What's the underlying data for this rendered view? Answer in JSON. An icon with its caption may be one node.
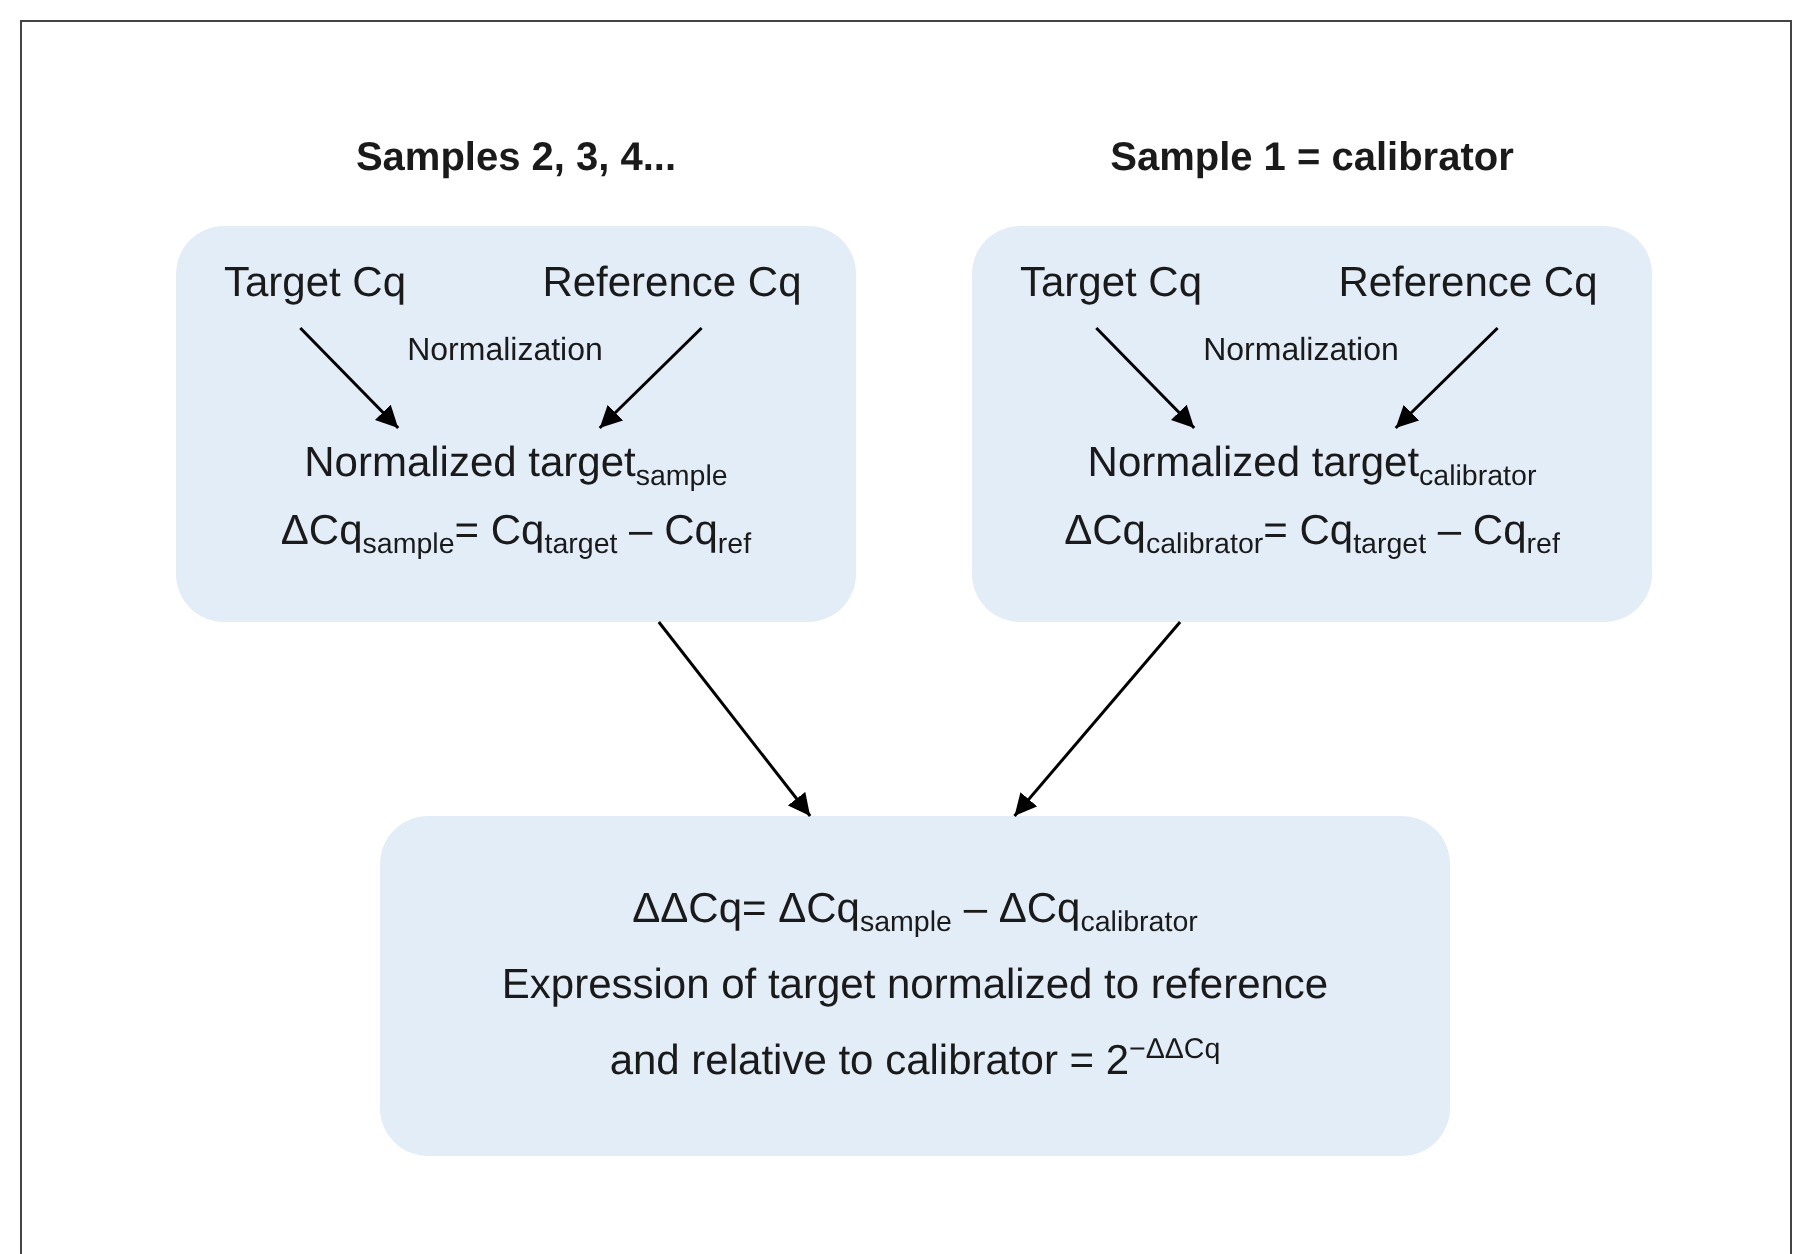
{
  "diagram": {
    "nodes": [
      {
        "text": [
          "Samples 2, 3, 4..."
        ]
      },
      {
        "text": [
          "Target Cq"
        ],
        "in": 0
      },
      {
        "text": [
          "Reference Cq"
        ],
        "in": 0
      },
      {
        "text": [
          "Normalized target$_{sample}$",
          "ΔCq$_{sample}$= Cq$_{target}$ – Cq$_{ref}$"
        ],
        "in": 0
      },
      {
        "text": [
          "Sample 1 = calibrator"
        ]
      },
      {
        "text": [
          "Target Cq"
        ],
        "in": 4
      },
      {
        "text": [
          "Reference Cq"
        ],
        "in": 4
      },
      {
        "text": [
          "Normalized target$_{calibrator}$",
          "ΔCq$_{calibrator}$= Cq$_{target}$ – Cq$_{ref}$"
        ],
        "in": 4
      },
      {
        "text": [
          "ΔΔCq= ΔCq$_{sample}$ – ΔCq$_{calibrator}$",
          "Expression of target normalized to reference and relative to calibrator = 2$^{−ΔΔCq}$"
        ]
      }
    ],
    "edges": [
      {
        "from": 1,
        "to": 3,
        "arrow": "to"
      },
      {
        "from": 2,
        "to": 3,
        "arrow": "to"
      },
      {
        "from": 5,
        "to": 7,
        "arrow": "to"
      },
      {
        "from": 6,
        "to": 7,
        "arrow": "to"
      },
      {
        "from": 0,
        "to": 8,
        "arrow": "to"
      },
      {
        "from": 4,
        "to": 8,
        "arrow": "to"
      }
    ],
    "labels": [
      "Normalization",
      "Normalization"
    ]
  }
}
